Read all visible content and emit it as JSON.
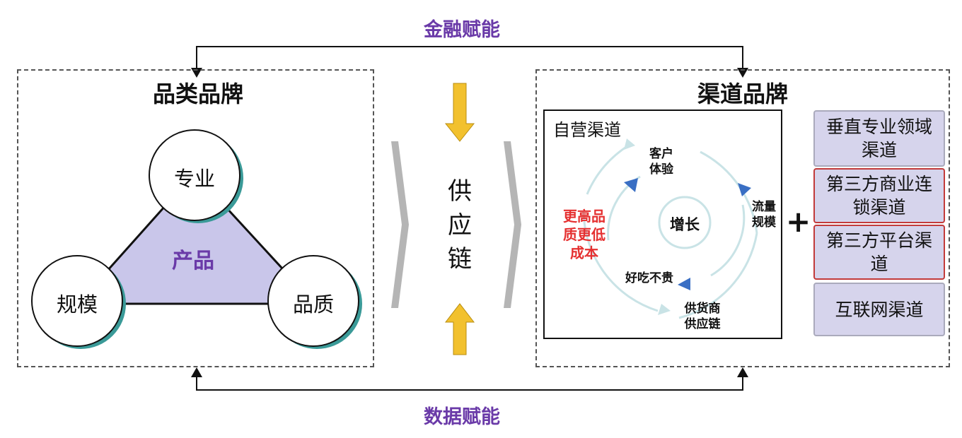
{
  "labels": {
    "top_enable": "金融赋能",
    "bottom_enable": "数据赋能"
  },
  "category_brand": {
    "title": "品类品牌",
    "center": "产品",
    "nodes": {
      "top": "专业",
      "left": "规模",
      "right": "品质"
    }
  },
  "supply_chain": {
    "label": "供应链"
  },
  "channel_brand": {
    "title": "渠道品牌",
    "self_operated": {
      "title": "自营渠道",
      "center": "增长",
      "cycle": {
        "customer_experience": "客户\n体验",
        "traffic_scale": "流量\n规模",
        "supplier_chain": "供货商\n供应链",
        "tasty_cheap": "好吃不贵"
      },
      "quality_claim": "更高品质更低成本"
    },
    "plus": "+",
    "channels": [
      {
        "label": "垂直专业领域渠道",
        "highlight": false
      },
      {
        "label": "第三方商业连锁渠道",
        "highlight": true
      },
      {
        "label": "第三方平台渠道",
        "highlight": true
      },
      {
        "label": "互联网渠道",
        "highlight": false
      }
    ]
  },
  "colors": {
    "enable_text": "#6a3aa8",
    "triangle_fill": "#c9c6ea",
    "circle_shadow": "#3a9a98",
    "arrow_yellow": "#f2c12e",
    "cycle_stroke": "#c9e3e6",
    "cycle_arrow": "#3a6fc4",
    "red_text": "#e53030",
    "channel_fill": "#d6d4ec",
    "channel_highlight_border": "#c23a3a"
  }
}
